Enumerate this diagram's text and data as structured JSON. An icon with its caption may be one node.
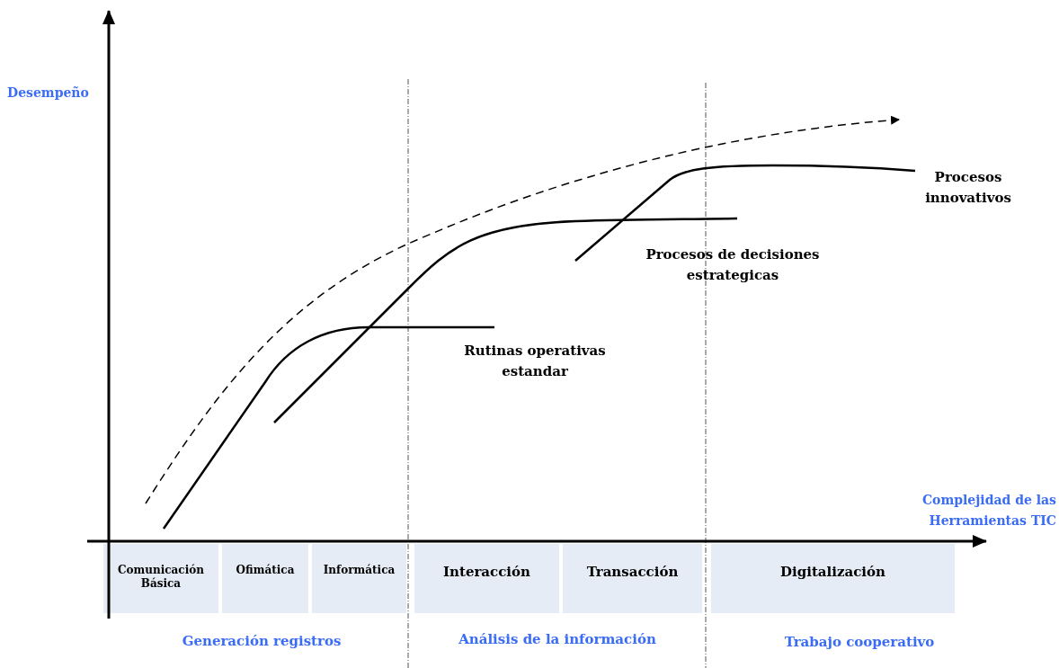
{
  "diagram": {
    "nodes": [
      {
        "text": [
          "Comunicación Básica"
        ]
      },
      {
        "text": [
          "Ofimática"
        ]
      },
      {
        "text": [
          "Informática"
        ]
      },
      {
        "text": [
          "Interacción"
        ]
      },
      {
        "text": [
          "Transacción"
        ]
      },
      {
        "text": [
          "Digitalización"
        ]
      }
    ],
    "edges": [],
    "labels": [
      "Desempeño",
      "Procesos innovativos",
      "Procesos de decisiones estrategicas",
      "Rutinas operativas estandar",
      "Complejidad de las Herramientas TIC",
      "Generación registros",
      "Análisis de la información",
      "Trabajo cooperativo"
    ]
  }
}
